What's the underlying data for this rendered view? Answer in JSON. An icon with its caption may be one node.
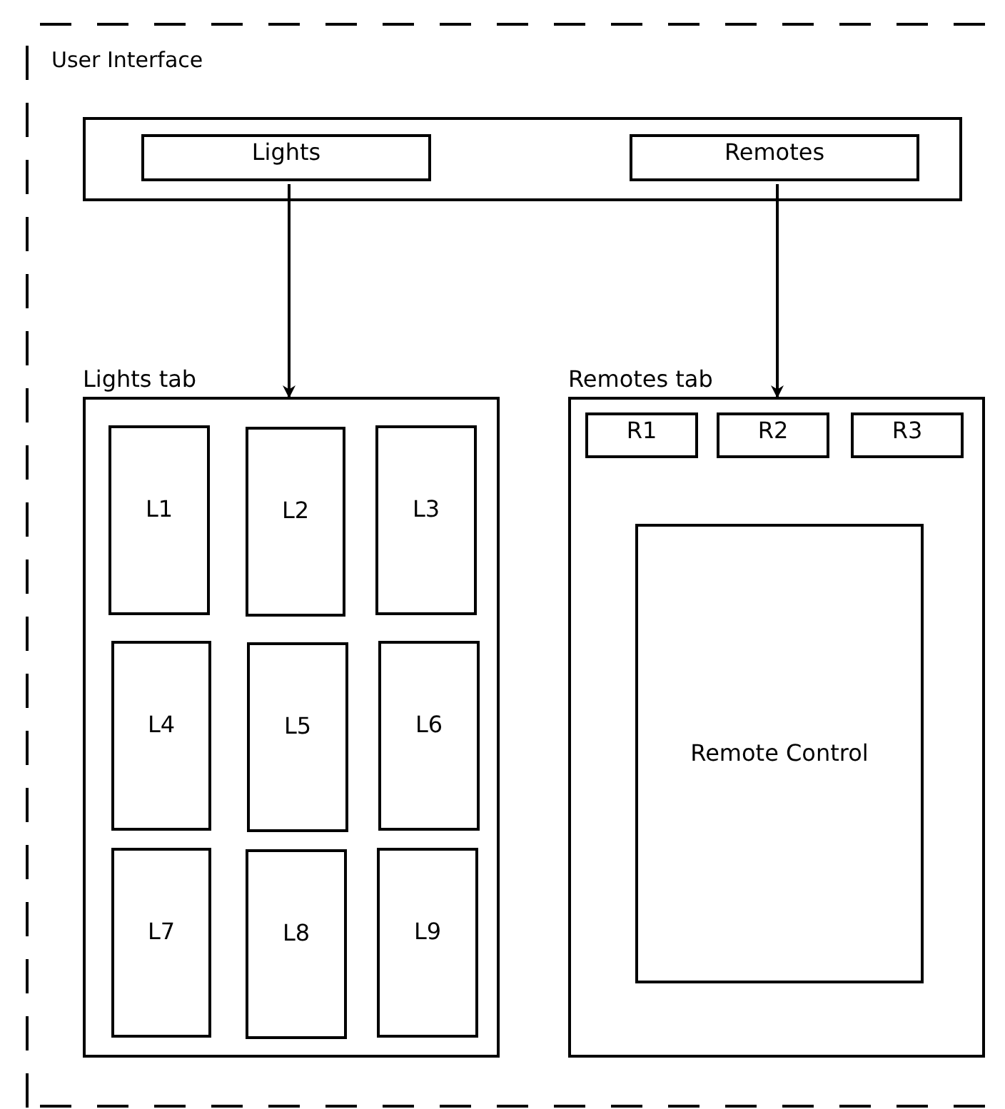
{
  "diagram": {
    "nodes": [
      {
        "text": [
          "User Interface"
        ]
      },
      {
        "text": [],
        "shape": "box",
        "in": 0
      },
      {
        "text": [
          "Lights"
        ],
        "in": 1
      },
      {
        "text": [
          "Remotes"
        ],
        "in": 1
      },
      {
        "text": [
          "Lights tab"
        ],
        "in": 0
      },
      {
        "text": [
          "L1"
        ],
        "in": 4
      },
      {
        "text": [
          "L2"
        ],
        "in": 4
      },
      {
        "text": [
          "L3"
        ],
        "in": 4
      },
      {
        "text": [
          "L4"
        ],
        "in": 4
      },
      {
        "text": [
          "L5"
        ],
        "in": 4
      },
      {
        "text": [
          "L6"
        ],
        "in": 4
      },
      {
        "text": [
          "L7"
        ],
        "in": 4
      },
      {
        "text": [
          "L8"
        ],
        "in": 4
      },
      {
        "text": [
          "L9"
        ],
        "in": 4
      },
      {
        "text": [
          "Remotes tab"
        ],
        "in": 0
      },
      {
        "text": [
          "R1"
        ],
        "in": 14
      },
      {
        "text": [
          "R2"
        ],
        "in": 14
      },
      {
        "text": [
          "R3"
        ],
        "in": 14
      },
      {
        "text": [
          "Remote Control"
        ],
        "in": 14
      }
    ],
    "edges": [
      {
        "from": 2,
        "to": 4,
        "arrow": "to"
      },
      {
        "from": 3,
        "to": 14,
        "arrow": "to"
      }
    ]
  }
}
